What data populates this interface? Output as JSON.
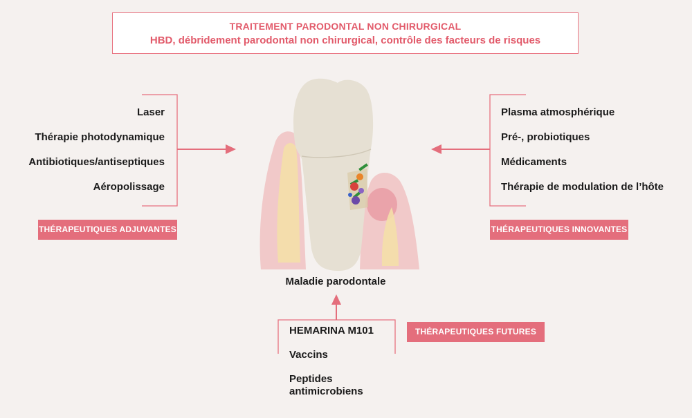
{
  "header": {
    "title": "TRAITEMENT PARODONTAL NON CHIRURGICAL",
    "subtitle": "HBD, débridement parodontal non chirurgical, contrôle des facteurs de risques"
  },
  "left_panel": {
    "items": [
      "Laser",
      "Thérapie photodynamique",
      "Antibiotiques/antiseptiques",
      "Aéropolissage"
    ],
    "badge": "THÉRAPEUTIQUES ADJUVANTES"
  },
  "right_panel": {
    "items": [
      "Plasma atmosphérique",
      "Pré-, probiotiques",
      "Médicaments",
      "Thérapie de modulation de l’hôte"
    ],
    "badge": "THÉRAPEUTIQUES INNOVANTES"
  },
  "bottom_panel": {
    "items": [
      "HEMARINA M101",
      "Vaccins",
      "Peptides antimicrobiens"
    ],
    "badge": "THÉRAPEUTIQUES FUTURES"
  },
  "center": {
    "caption": "Maladie parodontale"
  },
  "colors": {
    "accent": "#e46e7c",
    "background": "#f5f1ef",
    "text": "#1b1b1b"
  }
}
